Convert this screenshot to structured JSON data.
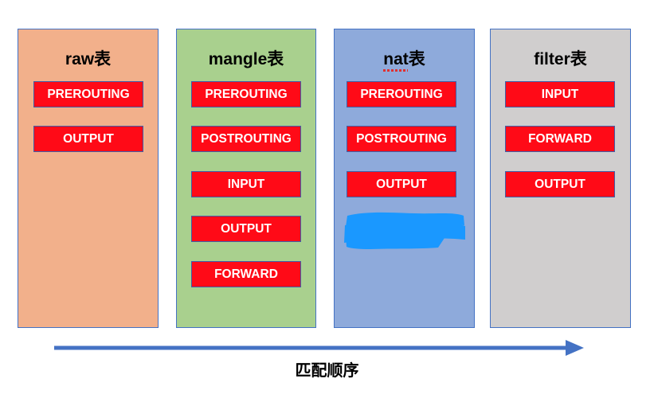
{
  "tables": [
    {
      "title": "raw表",
      "color": "#f2b08b",
      "chains": [
        "PREROUTING",
        "OUTPUT"
      ]
    },
    {
      "title": "mangle表",
      "color": "#a9d08e",
      "chains": [
        "PREROUTING",
        "POSTROUTING",
        "INPUT",
        "OUTPUT",
        "FORWARD"
      ]
    },
    {
      "title": "nat表",
      "color": "#8eaadb",
      "chains": [
        "PREROUTING",
        "POSTROUTING",
        "OUTPUT"
      ]
    },
    {
      "title": "filter表",
      "color": "#d0cece",
      "chains": [
        "INPUT",
        "FORWARD",
        "OUTPUT"
      ]
    }
  ],
  "chain_color": "#ff0a17",
  "arrow_color": "#4472c4",
  "redaction_color": "#1a98ff",
  "order_label": "匹配顺序"
}
